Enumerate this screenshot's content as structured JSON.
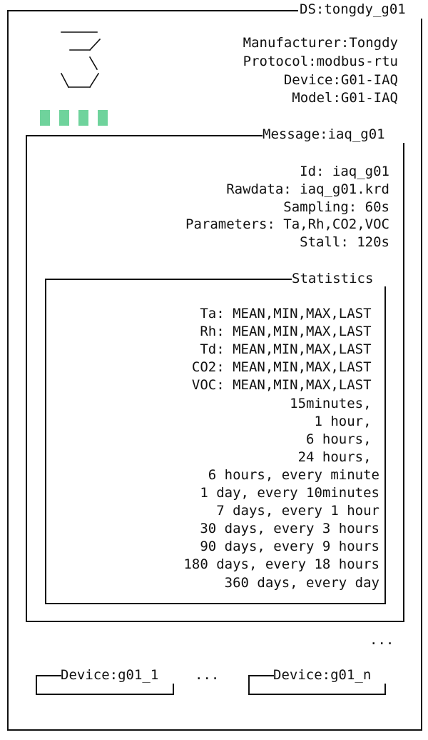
{
  "datasource": {
    "title": "DS:tongdy_g01",
    "info": [
      "Manufacturer:Tongdy",
      "Protocol:modbus-rtu",
      "Device:G01-IAQ",
      "Model:G01-IAQ"
    ],
    "status_bars": 4,
    "status_color": "#6fd39c"
  },
  "message": {
    "title": "Message:iaq_g01",
    "info": [
      "Id: iaq_g01",
      "Rawdata: iaq_g01.krd",
      "Sampling: 60s",
      "Parameters: Ta,Rh,CO2,VOC",
      "Stall: 120s"
    ]
  },
  "statistics": {
    "title": "Statistics",
    "lines": [
      "Ta: MEAN,MIN,MAX,LAST ",
      "Rh: MEAN,MIN,MAX,LAST ",
      "Td: MEAN,MIN,MAX,LAST ",
      "CO2: MEAN,MIN,MAX,LAST ",
      "VOC: MEAN,MIN,MAX,LAST ",
      "15minutes, ",
      "1 hour, ",
      "6 hours, ",
      "24 hours, ",
      "6 hours, every minute",
      "1 day, every 10minutes",
      "7 days, every 1 hour",
      "30 days, every 3 hours",
      "90 days, every 9 hours",
      "180 days, every 18 hours",
      "360 days, every day"
    ]
  },
  "more_messages": "...",
  "devices": {
    "first": "Device:g01_1",
    "ellipsis": "...",
    "last": "Device:g01_n"
  }
}
